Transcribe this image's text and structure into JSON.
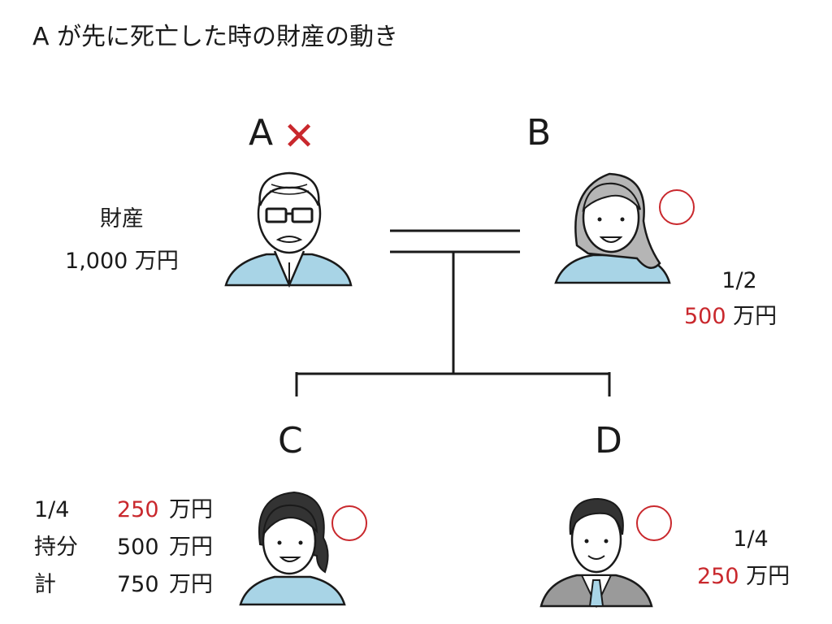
{
  "title": "A が先に死亡した時の財産の動き",
  "colors": {
    "red": "#c9282d",
    "line": "#1a1a1a",
    "skin": "#ffffff",
    "shirt_blue": "#a8d4e6",
    "hair_gray": "#b5b5b5",
    "hair_dark": "#333333",
    "suit_gray": "#9a9a9a"
  },
  "persons": {
    "A": {
      "label": "A",
      "status_icon": "cross-mark",
      "estate_label": "財産",
      "estate_amount": "1,000 万円"
    },
    "B": {
      "label": "B",
      "status_icon": "circle-mark",
      "share": "1/2",
      "amount_value": "500",
      "amount_unit": "万円"
    },
    "C": {
      "label": "C",
      "status_icon": "circle-mark",
      "rows": [
        {
          "name": "1/4",
          "value": "250",
          "unit": "万円",
          "highlight": true
        },
        {
          "name": "持分",
          "value": "500",
          "unit": "万円",
          "highlight": false
        },
        {
          "name": "計",
          "value": "750",
          "unit": "万円",
          "highlight": false
        }
      ]
    },
    "D": {
      "label": "D",
      "status_icon": "circle-mark",
      "share": "1/4",
      "amount_value": "250",
      "amount_unit": "万円"
    }
  }
}
